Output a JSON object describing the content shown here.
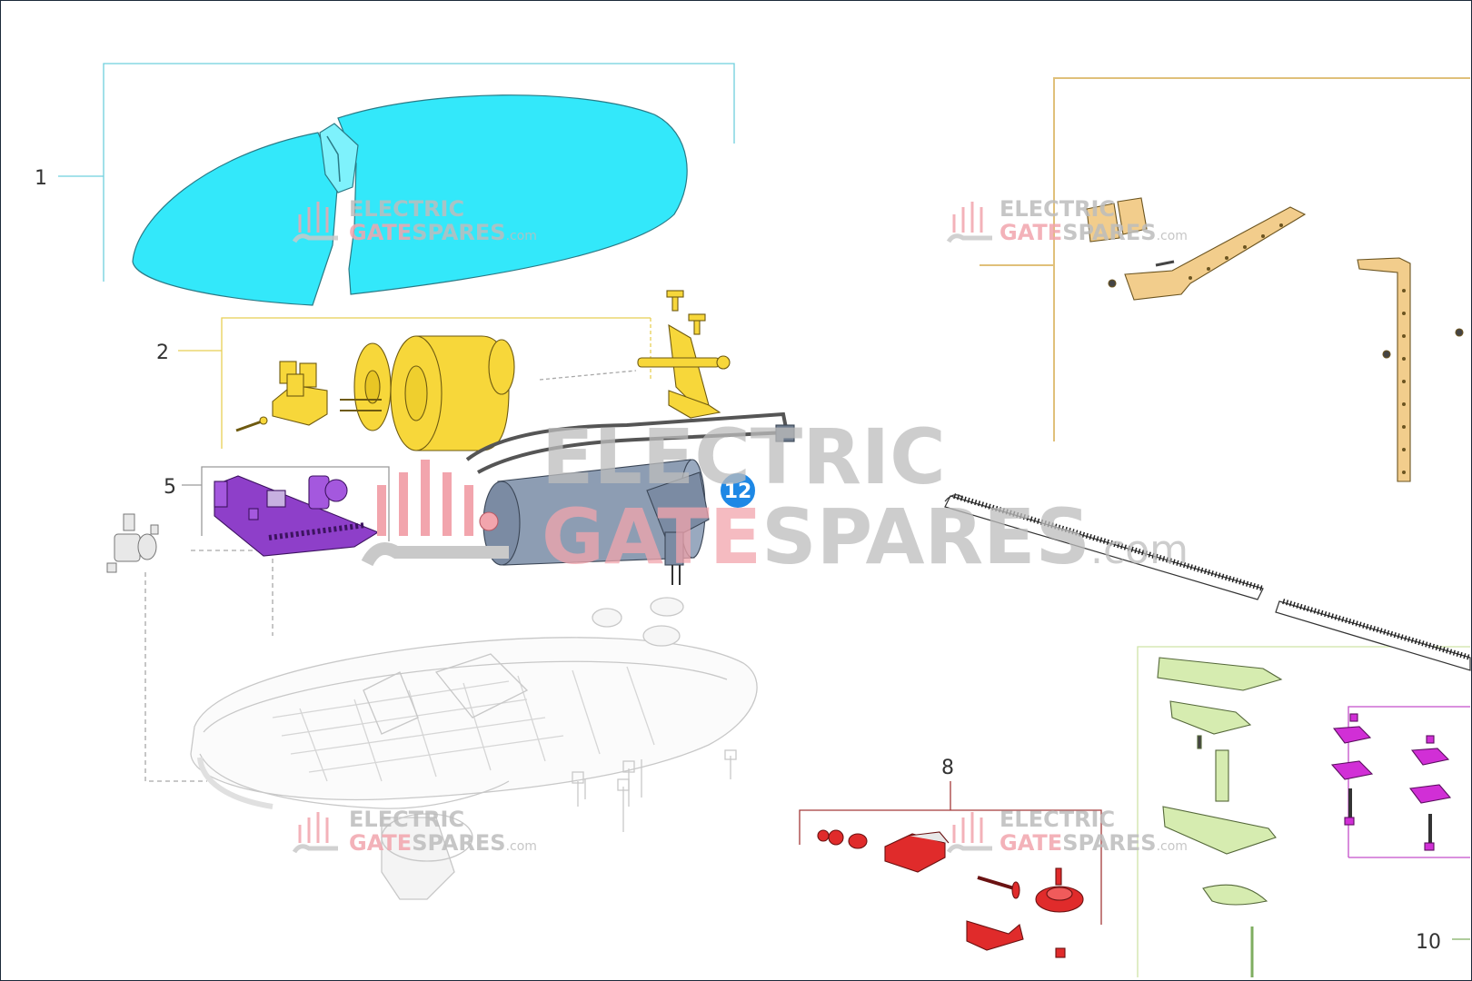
{
  "diagram": {
    "callouts": [
      {
        "id": "1",
        "label": "1"
      },
      {
        "id": "2",
        "label": "2"
      },
      {
        "id": "5",
        "label": "5"
      },
      {
        "id": "8",
        "label": "8"
      },
      {
        "id": "10",
        "label": "10"
      }
    ],
    "badge": {
      "label": "12",
      "color": "#1e88e5"
    }
  },
  "watermark": {
    "line1": "ELECTRIC",
    "line2_a": "GATE",
    "line2_b": "SPARES",
    "suffix": ".com",
    "color_grey": "#bdbdbd",
    "color_pink": "#f2a5ad"
  },
  "colors": {
    "cover": "#33e8fa",
    "motor_parts": "#f7d73a",
    "board": "#8e3fc9",
    "motor": "#8d9db3",
    "brackets": "#f2cd8c",
    "red_parts": "#e02b2b",
    "green_parts": "#d6ecb0",
    "magenta_parts": "#d12fd6",
    "base": "#c8c8c8"
  }
}
